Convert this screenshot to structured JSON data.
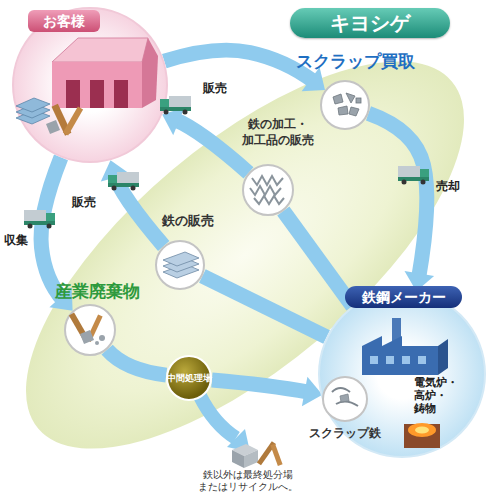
{
  "diagram": {
    "nodes": [
      {
        "text": [
          "お客様"
        ]
      },
      {
        "text": [
          "キヨシゲ"
        ]
      },
      {
        "text": [
          "スクラップ買取"
        ]
      },
      {
        "text": [
          "鉄の加工・ 加工品の販売"
        ]
      },
      {
        "text": [
          "鉄の販売"
        ]
      },
      {
        "text": [
          "産業廃棄物"
        ]
      },
      {
        "text": [
          "中間処理場"
        ]
      },
      {
        "text": [
          "鉄鋼メーカー",
          "電気炉・ 高炉・ 鋳物"
        ]
      },
      {
        "text": [
          "スクラップ鉄"
        ],
        "in": 7
      }
    ],
    "edges": [
      {
        "from": 0,
        "to": 2,
        "arrow": "to"
      },
      {
        "from": 2,
        "to": 7,
        "label": "売却",
        "arrow": "to"
      },
      {
        "from": 7,
        "to": 3,
        "arrow": "none"
      },
      {
        "from": 3,
        "to": 0,
        "label": "販売",
        "arrow": "to"
      },
      {
        "from": 7,
        "to": 4,
        "arrow": "none"
      },
      {
        "from": 4,
        "to": 0,
        "label": "販売",
        "arrow": "to"
      },
      {
        "from": 0,
        "to": 5,
        "label": "収集",
        "arrow": "to"
      },
      {
        "from": 5,
        "to": 6,
        "arrow": "none"
      },
      {
        "from": 6,
        "to": 8,
        "arrow": "to"
      }
    ],
    "labels": [
      "鉄以外は最終処分場 またはリサイクルへ。"
    ]
  }
}
